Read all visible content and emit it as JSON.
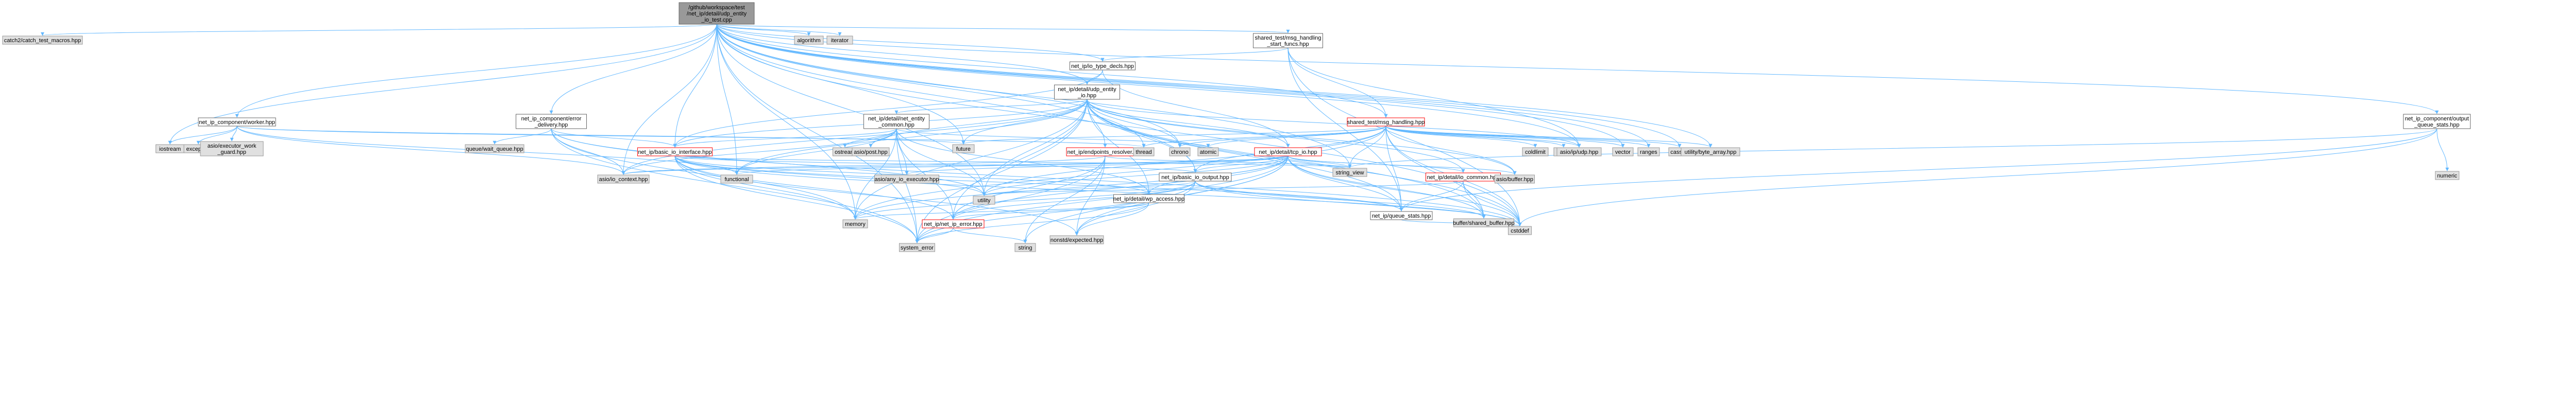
{
  "colors": {
    "node_fill": "#e0e0e0",
    "node_stroke": "#999999",
    "root_fill": "#999999",
    "root_stroke": "#666666",
    "linked_fill": "#ffffff",
    "linked_stroke": "#666666",
    "red_stroke": "#ff0000",
    "edge": "#63b8ff"
  },
  "nodes": [
    {
      "id": "root",
      "lines": [
        "/github/workspace/test",
        "/net_ip/detail/udp_entity",
        "_io_test.cpp"
      ],
      "style": "root"
    },
    {
      "id": "catch",
      "lines": [
        "catch2/catch_test_macros.hpp"
      ],
      "style": "gray"
    },
    {
      "id": "algorithm",
      "lines": [
        "algorithm"
      ],
      "style": "gray"
    },
    {
      "id": "iterator",
      "lines": [
        "iterator"
      ],
      "style": "gray"
    },
    {
      "id": "msg_start",
      "lines": [
        "shared_test/msg_handling",
        "_start_funcs.hpp"
      ],
      "style": "white"
    },
    {
      "id": "io_type_decls",
      "lines": [
        "net_ip/io_type_decls.hpp"
      ],
      "style": "white"
    },
    {
      "id": "udp_entity_io",
      "lines": [
        "net_ip/detail/udp_entity",
        "_io.hpp"
      ],
      "style": "white"
    },
    {
      "id": "worker",
      "lines": [
        "net_ip_component/worker.hpp"
      ],
      "style": "white"
    },
    {
      "id": "error_delivery",
      "lines": [
        "net_ip_component/error",
        "_delivery.hpp"
      ],
      "style": "white"
    },
    {
      "id": "entity_common",
      "lines": [
        "net_ip/detail/net_entity",
        "_common.hpp"
      ],
      "style": "white"
    },
    {
      "id": "msg_handling",
      "lines": [
        "shared_test/msg_handling.hpp"
      ],
      "style": "red"
    },
    {
      "id": "output_queue",
      "lines": [
        "net_ip_component/output",
        "_queue_stats.hpp"
      ],
      "style": "white"
    },
    {
      "id": "iostream",
      "lines": [
        "iostream"
      ],
      "style": "gray"
    },
    {
      "id": "exception",
      "lines": [
        "exception"
      ],
      "style": "gray"
    },
    {
      "id": "executor_work",
      "lines": [
        "asio/executor_work",
        "_guard.hpp"
      ],
      "style": "gray"
    },
    {
      "id": "wait_queue",
      "lines": [
        "queue/wait_queue.hpp"
      ],
      "style": "gray"
    },
    {
      "id": "basic_io_interface",
      "lines": [
        "net_ip/basic_io_interface.hpp"
      ],
      "style": "red"
    },
    {
      "id": "ostream",
      "lines": [
        "ostream"
      ],
      "style": "gray"
    },
    {
      "id": "asio_post",
      "lines": [
        "asio/post.hpp"
      ],
      "style": "gray"
    },
    {
      "id": "future",
      "lines": [
        "future"
      ],
      "style": "gray"
    },
    {
      "id": "endpoints_resolver",
      "lines": [
        "net_ip/endpoints_resolver.hpp"
      ],
      "style": "red"
    },
    {
      "id": "tcp_io",
      "lines": [
        "net_ip/detail/tcp_io.hpp"
      ],
      "style": "red"
    },
    {
      "id": "thread",
      "lines": [
        "thread"
      ],
      "style": "gray"
    },
    {
      "id": "chrono",
      "lines": [
        "chrono"
      ],
      "style": "gray"
    },
    {
      "id": "atomic",
      "lines": [
        "atomic"
      ],
      "style": "gray"
    },
    {
      "id": "coldlimit",
      "lines": [
        "coldlimit"
      ],
      "style": "gray"
    },
    {
      "id": "limits",
      "lines": [
        "limits"
      ],
      "style": "gray"
    },
    {
      "id": "asio_ip_udp",
      "lines": [
        "asio/ip/udp.hpp"
      ],
      "style": "gray"
    },
    {
      "id": "vector",
      "lines": [
        "vector"
      ],
      "style": "gray"
    },
    {
      "id": "ranges",
      "lines": [
        "ranges"
      ],
      "style": "gray"
    },
    {
      "id": "cassert",
      "lines": [
        "cassert"
      ],
      "style": "gray"
    },
    {
      "id": "byte_array",
      "lines": [
        "utility/byte_array.hpp"
      ],
      "style": "gray"
    },
    {
      "id": "numeric",
      "lines": [
        "numeric"
      ],
      "style": "gray"
    },
    {
      "id": "io_context",
      "lines": [
        "asio/io_context.hpp"
      ],
      "style": "gray"
    },
    {
      "id": "functional",
      "lines": [
        "functional"
      ],
      "style": "gray"
    },
    {
      "id": "any_io_executor",
      "lines": [
        "asio/any_io_executor.hpp"
      ],
      "style": "gray"
    },
    {
      "id": "basic_io_output",
      "lines": [
        "net_ip/basic_io_output.hpp"
      ],
      "style": "white"
    },
    {
      "id": "string_view",
      "lines": [
        "string_view"
      ],
      "style": "gray"
    },
    {
      "id": "io_common",
      "lines": [
        "net_ip/detail/io_common.hpp"
      ],
      "style": "red"
    },
    {
      "id": "asio_buffer",
      "lines": [
        "asio/buffer.hpp"
      ],
      "style": "gray"
    },
    {
      "id": "utility",
      "lines": [
        "utility"
      ],
      "style": "gray"
    },
    {
      "id": "wp_access",
      "lines": [
        "net_ip/detail/wp_access.hpp"
      ],
      "style": "white"
    },
    {
      "id": "queue_stats",
      "lines": [
        "net_ip/queue_stats.hpp"
      ],
      "style": "white"
    },
    {
      "id": "shared_buffer",
      "lines": [
        "buffer/shared_buffer.hpp"
      ],
      "style": "gray"
    },
    {
      "id": "cstddef",
      "lines": [
        "cstddef"
      ],
      "style": "gray"
    },
    {
      "id": "memory",
      "lines": [
        "memory"
      ],
      "style": "gray"
    },
    {
      "id": "net_ip_error",
      "lines": [
        "net_ip/net_ip_error.hpp"
      ],
      "style": "red"
    },
    {
      "id": "nonstd_expected",
      "lines": [
        "nonstd/expected.hpp"
      ],
      "style": "gray"
    },
    {
      "id": "system_error",
      "lines": [
        "system_error"
      ],
      "style": "gray"
    },
    {
      "id": "string",
      "lines": [
        "string"
      ],
      "style": "gray"
    }
  ],
  "edges": [
    [
      "root",
      "catch"
    ],
    [
      "root",
      "algorithm"
    ],
    [
      "root",
      "iterator"
    ],
    [
      "root",
      "msg_start"
    ],
    [
      "root",
      "io_type_decls"
    ],
    [
      "root",
      "udp_entity_io"
    ],
    [
      "root",
      "worker"
    ],
    [
      "root",
      "error_delivery"
    ],
    [
      "root",
      "msg_handling"
    ],
    [
      "root",
      "output_queue"
    ],
    [
      "root",
      "iostream"
    ],
    [
      "root",
      "future"
    ],
    [
      "root",
      "thread"
    ],
    [
      "root",
      "chrono"
    ],
    [
      "root",
      "asio_ip_udp"
    ],
    [
      "root",
      "vector"
    ],
    [
      "root",
      "ranges"
    ],
    [
      "root",
      "cassert"
    ],
    [
      "root",
      "byte_array"
    ],
    [
      "root",
      "io_context"
    ],
    [
      "root",
      "functional"
    ],
    [
      "root",
      "basic_io_output"
    ],
    [
      "root",
      "utility"
    ],
    [
      "root",
      "cstddef"
    ],
    [
      "root",
      "memory"
    ],
    [
      "root",
      "system_error"
    ],
    [
      "root",
      "string_view"
    ],
    [
      "root",
      "basic_io_interface"
    ],
    [
      "msg_start",
      "io_type_decls"
    ],
    [
      "msg_start",
      "msg_handling"
    ],
    [
      "msg_start",
      "asio_ip_udp"
    ],
    [
      "msg_start",
      "cstddef"
    ],
    [
      "msg_start",
      "queue_stats"
    ],
    [
      "io_type_decls",
      "udp_entity_io"
    ],
    [
      "io_type_decls",
      "tcp_io"
    ],
    [
      "io_type_decls",
      "basic_io_interface"
    ],
    [
      "udp_entity_io",
      "entity_common"
    ],
    [
      "udp_entity_io",
      "basic_io_interface"
    ],
    [
      "udp_entity_io",
      "asio_post"
    ],
    [
      "udp_entity_io",
      "future"
    ],
    [
      "udp_entity_io",
      "endpoints_resolver"
    ],
    [
      "udp_entity_io",
      "tcp_io"
    ],
    [
      "udp_entity_io",
      "io_common"
    ],
    [
      "udp_entity_io",
      "asio_ip_udp"
    ],
    [
      "udp_entity_io",
      "asio_buffer"
    ],
    [
      "udp_entity_io",
      "shared_buffer"
    ],
    [
      "udp_entity_io",
      "wp_access"
    ],
    [
      "udp_entity_io",
      "basic_io_output"
    ],
    [
      "udp_entity_io",
      "net_ip_error"
    ],
    [
      "udp_entity_io",
      "queue_stats"
    ],
    [
      "udp_entity_io",
      "memory"
    ],
    [
      "udp_entity_io",
      "system_error"
    ],
    [
      "udp_entity_io",
      "utility"
    ],
    [
      "udp_entity_io",
      "cstddef"
    ],
    [
      "udp_entity_io",
      "functional"
    ],
    [
      "udp_entity_io",
      "chrono"
    ],
    [
      "udp_entity_io",
      "io_context"
    ],
    [
      "worker",
      "iostream"
    ],
    [
      "worker",
      "exception"
    ],
    [
      "worker",
      "executor_work"
    ],
    [
      "worker",
      "io_context"
    ],
    [
      "worker",
      "thread"
    ],
    [
      "worker",
      "future"
    ],
    [
      "worker",
      "functional"
    ],
    [
      "error_delivery",
      "wait_queue"
    ],
    [
      "error_delivery",
      "basic_io_interface"
    ],
    [
      "error_delivery",
      "io_context"
    ],
    [
      "error_delivery",
      "system_error"
    ],
    [
      "error_delivery",
      "memory"
    ],
    [
      "error_delivery",
      "utility"
    ],
    [
      "error_delivery",
      "cstddef"
    ],
    [
      "entity_common",
      "basic_io_interface"
    ],
    [
      "entity_common",
      "ostream"
    ],
    [
      "entity_common",
      "asio_post"
    ],
    [
      "entity_common",
      "io_context"
    ],
    [
      "entity_common",
      "functional"
    ],
    [
      "entity_common",
      "any_io_executor"
    ],
    [
      "entity_common",
      "atomic"
    ],
    [
      "entity_common",
      "memory"
    ],
    [
      "entity_common",
      "system_error"
    ],
    [
      "entity_common",
      "net_ip_error"
    ],
    [
      "entity_common",
      "wp_access"
    ],
    [
      "entity_common",
      "utility"
    ],
    [
      "msg_handling",
      "asio_ip_udp"
    ],
    [
      "msg_handling",
      "coldlimit"
    ],
    [
      "msg_handling",
      "limits"
    ],
    [
      "msg_handling",
      "vector"
    ],
    [
      "msg_handling",
      "ranges"
    ],
    [
      "msg_handling",
      "cassert"
    ],
    [
      "msg_handling",
      "byte_array"
    ],
    [
      "msg_handling",
      "string_view"
    ],
    [
      "msg_handling",
      "atomic"
    ],
    [
      "msg_handling",
      "chrono"
    ],
    [
      "msg_handling",
      "thread"
    ],
    [
      "msg_handling",
      "asio_buffer"
    ],
    [
      "msg_handling",
      "shared_buffer"
    ],
    [
      "msg_handling",
      "basic_io_output"
    ],
    [
      "msg_handling",
      "queue_stats"
    ],
    [
      "msg_handling",
      "cstddef"
    ],
    [
      "msg_handling",
      "utility"
    ],
    [
      "msg_handling",
      "memory"
    ],
    [
      "msg_handling",
      "future"
    ],
    [
      "output_queue",
      "numeric"
    ],
    [
      "output_queue",
      "queue_stats"
    ],
    [
      "output_queue",
      "cstddef"
    ],
    [
      "output_queue",
      "string_view"
    ],
    [
      "basic_io_interface",
      "string_view"
    ],
    [
      "basic_io_interface",
      "utility"
    ],
    [
      "basic_io_interface",
      "system_error"
    ],
    [
      "basic_io_interface",
      "memory"
    ],
    [
      "basic_io_interface",
      "basic_io_output"
    ],
    [
      "basic_io_interface",
      "wp_access"
    ],
    [
      "basic_io_interface",
      "net_ip_error"
    ],
    [
      "basic_io_interface",
      "queue_stats"
    ],
    [
      "basic_io_interface",
      "nonstd_expected"
    ],
    [
      "basic_io_interface",
      "cstddef"
    ],
    [
      "endpoints_resolver",
      "io_context"
    ],
    [
      "endpoints_resolver",
      "string_view"
    ],
    [
      "endpoints_resolver",
      "system_error"
    ],
    [
      "endpoints_resolver",
      "net_ip_error"
    ],
    [
      "endpoints_resolver",
      "nonstd_expected"
    ],
    [
      "endpoints_resolver",
      "string"
    ],
    [
      "tcp_io",
      "io_common"
    ],
    [
      "tcp_io",
      "basic_io_output"
    ],
    [
      "tcp_io",
      "asio_buffer"
    ],
    [
      "tcp_io",
      "shared_buffer"
    ],
    [
      "tcp_io",
      "string_view"
    ],
    [
      "tcp_io",
      "utility"
    ],
    [
      "tcp_io",
      "cstddef"
    ],
    [
      "tcp_io",
      "memory"
    ],
    [
      "tcp_io",
      "system_error"
    ],
    [
      "tcp_io",
      "net_ip_error"
    ],
    [
      "tcp_io",
      "wp_access"
    ],
    [
      "tcp_io",
      "queue_stats"
    ],
    [
      "tcp_io",
      "any_io_executor"
    ],
    [
      "tcp_io",
      "functional"
    ],
    [
      "tcp_io",
      "io_context"
    ],
    [
      "tcp_io",
      "nonstd_expected"
    ],
    [
      "tcp_io",
      "string"
    ],
    [
      "io_common",
      "queue_stats"
    ],
    [
      "io_common",
      "shared_buffer"
    ],
    [
      "io_common",
      "cstddef"
    ],
    [
      "io_common",
      "utility"
    ],
    [
      "basic_io_output",
      "queue_stats"
    ],
    [
      "basic_io_output",
      "net_ip_error"
    ],
    [
      "basic_io_output",
      "memory"
    ],
    [
      "basic_io_output",
      "system_error"
    ],
    [
      "basic_io_output",
      "nonstd_expected"
    ],
    [
      "basic_io_output",
      "utility"
    ],
    [
      "basic_io_output",
      "cstddef"
    ],
    [
      "basic_io_output",
      "shared_buffer"
    ],
    [
      "wp_access",
      "memory"
    ],
    [
      "wp_access",
      "system_error"
    ],
    [
      "wp_access",
      "net_ip_error"
    ],
    [
      "wp_access",
      "nonstd_expected"
    ],
    [
      "queue_stats",
      "cstddef"
    ],
    [
      "net_ip_error",
      "system_error"
    ],
    [
      "net_ip_error",
      "string"
    ]
  ]
}
